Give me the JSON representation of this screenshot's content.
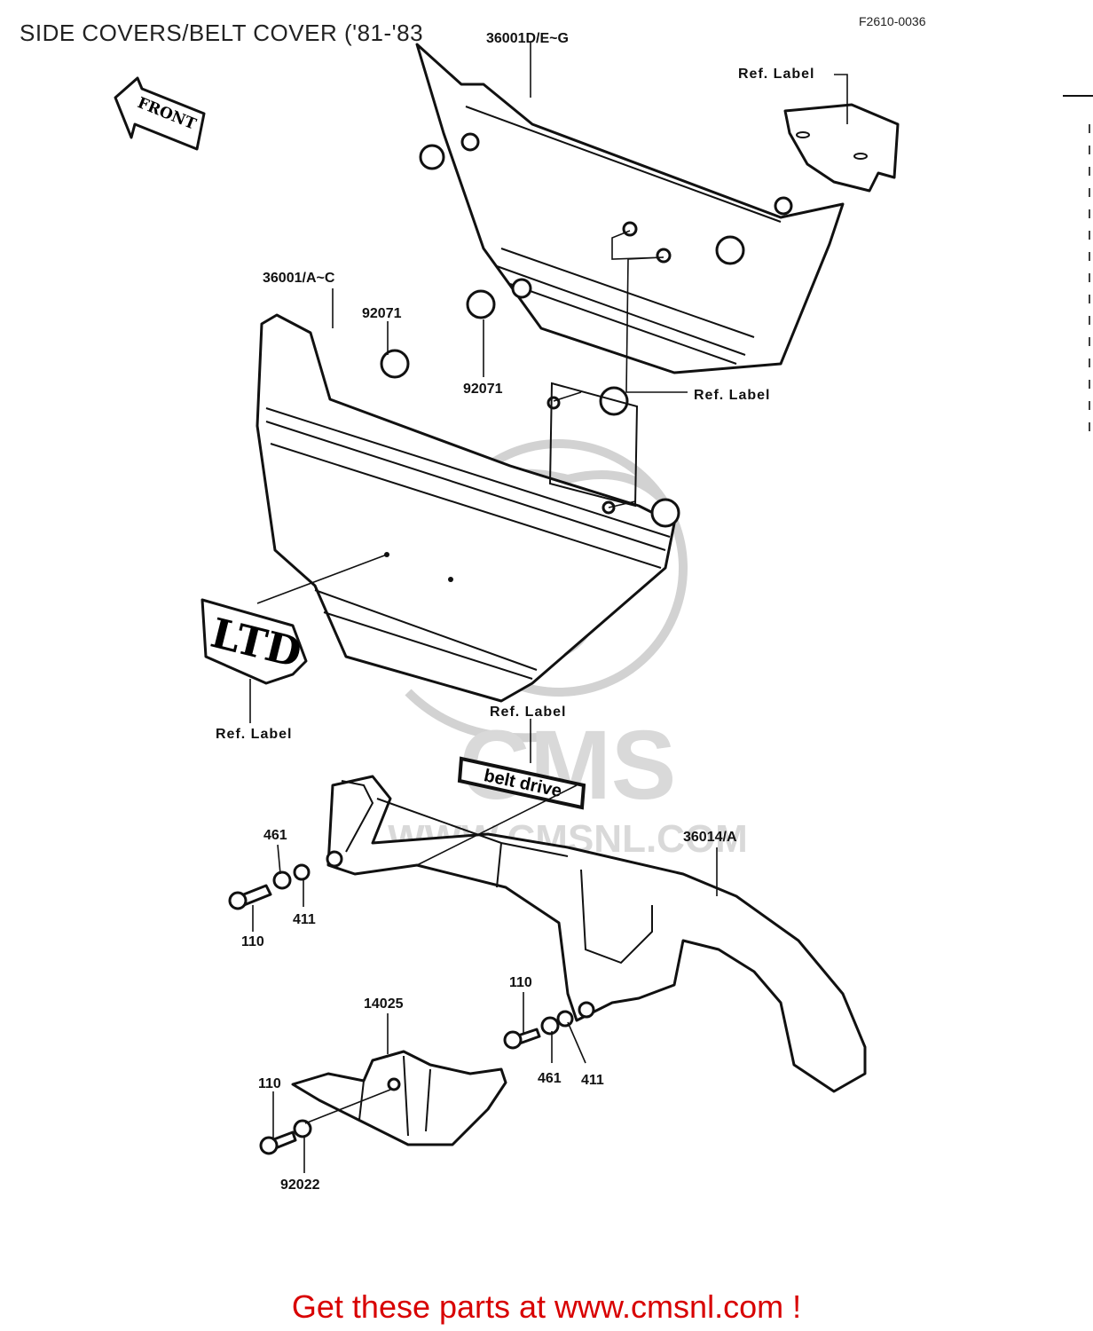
{
  "title": "SIDE COVERS/BELT COVER ('81-'83",
  "figure_code": "F2610-0036",
  "front_arrow_text": "FRONT",
  "badge_text": "LTD",
  "belt_label_text": "belt drive",
  "watermark": {
    "brand": "CMS",
    "site": "WWW.CMSNL.COM"
  },
  "callouts": {
    "side_cover_right": "36001D/E~G",
    "side_cover_left": "36001/A~C",
    "grommet_a": "92071",
    "grommet_b": "92071",
    "ref_label_top": "Ref.  Label",
    "ref_label_mid": "Ref.  Label",
    "ref_label_badge": "Ref.  Label",
    "ref_label_belt": "Ref.  Label",
    "belt_cover": "36014/A",
    "nut_left": "461",
    "washer_left": "411",
    "bolt_left": "110",
    "guard": "14025",
    "bolt_right": "110",
    "nut_right": "461",
    "washer_right": "411",
    "bolt_guard": "110",
    "washer_guard": "92022"
  },
  "footer": {
    "promo": "Get these parts at www.cmsnl.com !"
  },
  "colors": {
    "promo": "#d80000",
    "line": "#111111",
    "watermark": "#d2d2d2"
  }
}
